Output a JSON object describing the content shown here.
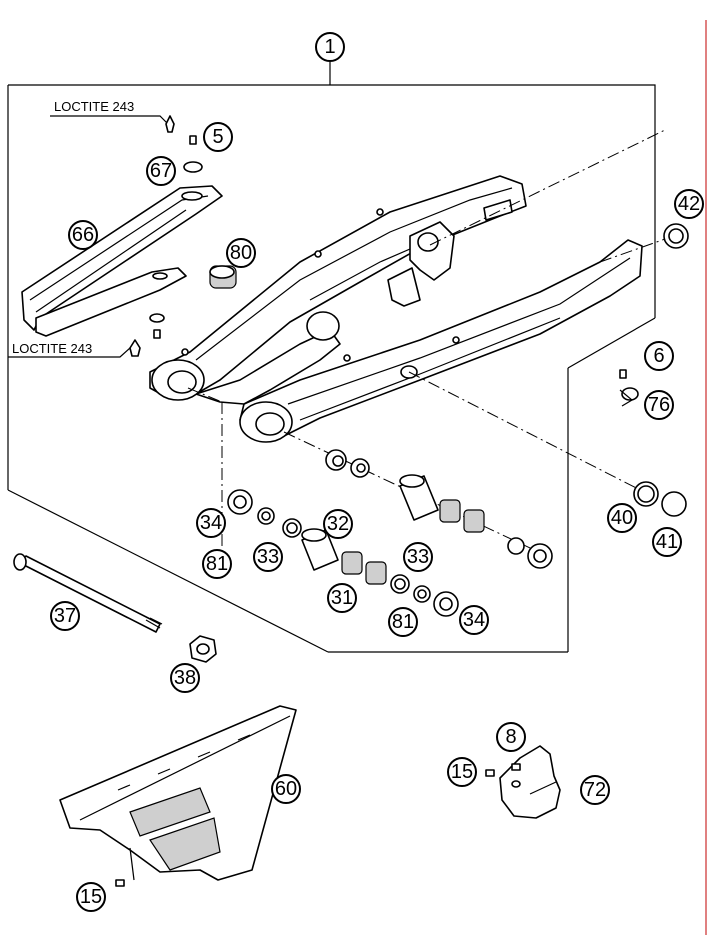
{
  "diagram": {
    "callouts": {
      "c1": "1",
      "c5": "5",
      "c67": "67",
      "c66": "66",
      "c80": "80",
      "c42": "42",
      "c6": "6",
      "c76": "76",
      "c40": "40",
      "c41": "41",
      "c34a": "34",
      "c81a": "81",
      "c33a": "33",
      "c32": "32",
      "c33b": "33",
      "c31": "31",
      "c81b": "81",
      "c34b": "34",
      "c37": "37",
      "c38": "38",
      "c8": "8",
      "c15a": "15",
      "c72": "72",
      "c60": "60",
      "c15b": "15"
    },
    "labels": {
      "loctite_top": "LOCTITE 243",
      "loctite_bottom": "LOCTITE 243"
    }
  }
}
